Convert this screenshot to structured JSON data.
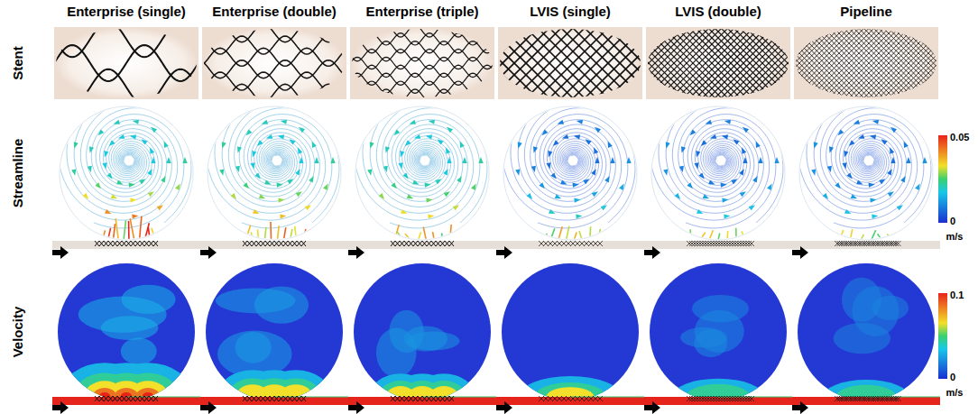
{
  "diagram": {
    "labels": [
      "Enterprise (single)",
      "Enterprise (double)",
      "Enterprise (triple)",
      "LVIS (single)",
      "LVIS (double)",
      "Pipeline",
      "Stent",
      "Streamline",
      "Velocity",
      "0.05",
      "0",
      "m/s",
      "0.1",
      "0",
      "m/s"
    ]
  }
}
